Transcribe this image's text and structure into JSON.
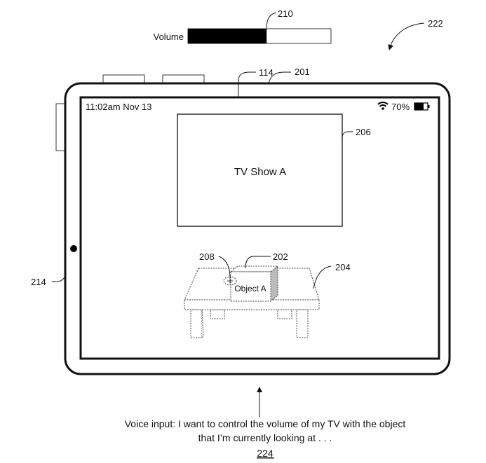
{
  "volume": {
    "label": "Volume",
    "level_fraction": 0.55,
    "ref": "210"
  },
  "figure_refs": {
    "system": "222",
    "device": "201",
    "display": "114",
    "button_side": "214",
    "tv_window": "206",
    "gaze_marker": "208",
    "object": "202",
    "table": "204",
    "voice": "224"
  },
  "status_bar": {
    "time_date": "11:02am Nov 13",
    "battery": "70%",
    "wifi_icon": "wifi-icon",
    "battery_icon": "battery-icon"
  },
  "tv_window": {
    "title": "TV Show A"
  },
  "object": {
    "label": "Object A"
  },
  "voice_input": {
    "line1": "Voice input: I want to control the volume of my TV with the object",
    "line2": "that I’m currently looking at . . ."
  }
}
